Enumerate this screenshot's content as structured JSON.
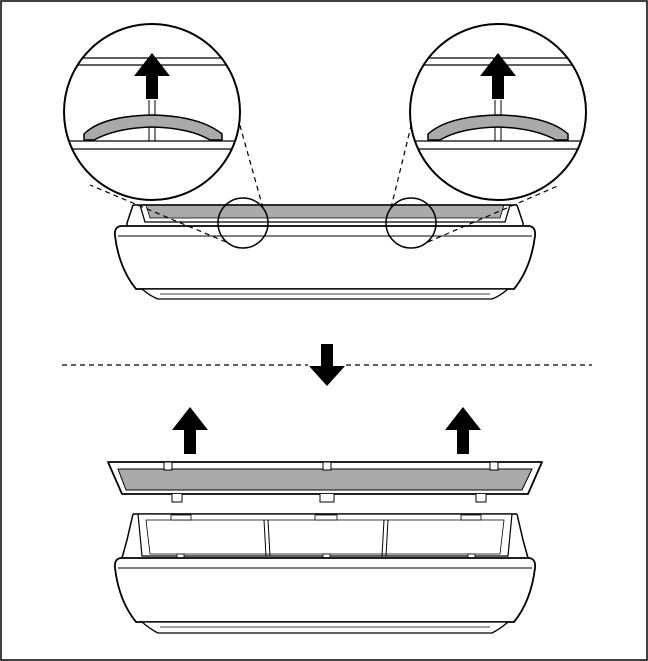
{
  "figure": {
    "kind": "instruction-illustration",
    "colors": {
      "line": "#000000",
      "filter_fill": "#aaaaaa",
      "background": "#ffffff"
    },
    "icons": [
      "frame",
      "indoor-unit-with-filter",
      "magnifier-left",
      "magnifier-right",
      "tab-lift-arrow",
      "step-arrow-down",
      "filter-panel-lifted",
      "indoor-unit-open"
    ]
  }
}
